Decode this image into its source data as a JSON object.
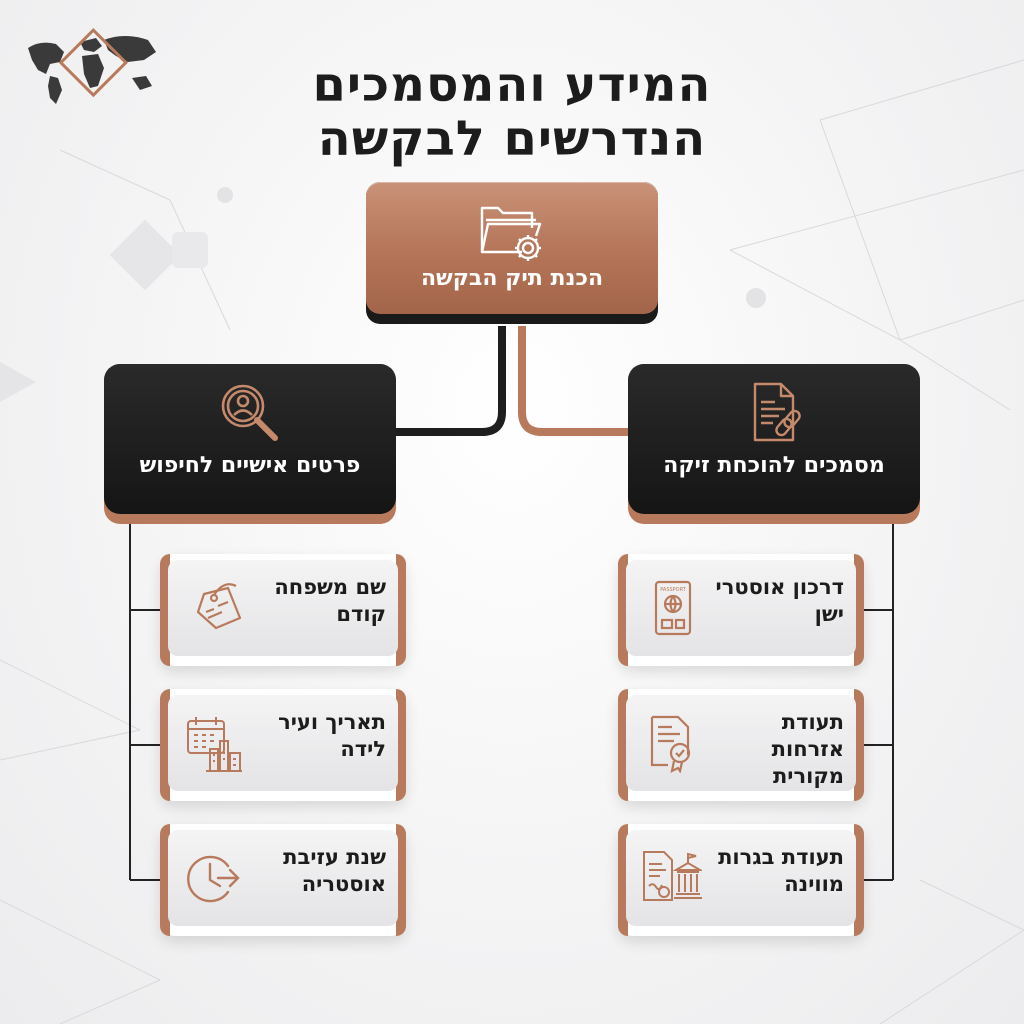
{
  "title_lines": [
    "המידע והמסמכים",
    "הנדרשים לבקשה"
  ],
  "colors": {
    "copper": "#b87a5c",
    "dark": "#1a1a1a",
    "light": "#efeff0"
  },
  "root": {
    "label": "הכנת תיק הבקשה",
    "icon": "folder-gear-icon"
  },
  "categories": [
    {
      "label": "מסמכים להוכחת זיקה",
      "icon": "document-link-icon",
      "items": [
        {
          "label": "דרכון אוסטרי ישן",
          "icon": "passport-icon"
        },
        {
          "label": "תעודת אזרחות מקורית",
          "icon": "certificate-seal-icon"
        },
        {
          "label": "תעודת בגרות מווינה",
          "icon": "diploma-building-icon"
        }
      ]
    },
    {
      "label": "פרטים אישיים לחיפוש",
      "icon": "magnifier-person-icon",
      "items": [
        {
          "label": "שם משפחה קודם",
          "icon": "name-tag-icon"
        },
        {
          "label": "תאריך ועיר לידה",
          "icon": "calendar-city-icon"
        },
        {
          "label": "שנת עזיבת אוסטריה",
          "icon": "clock-exit-icon"
        }
      ]
    }
  ],
  "logo": "world-map-logo"
}
